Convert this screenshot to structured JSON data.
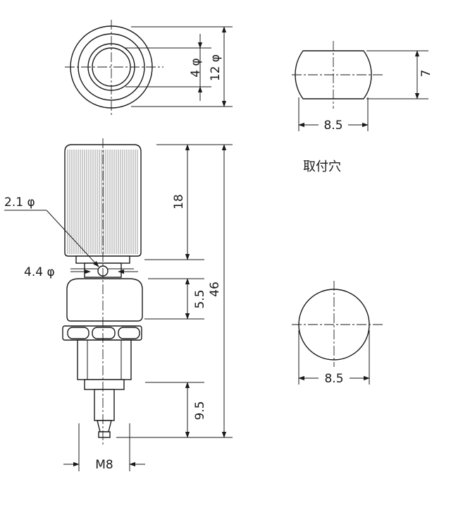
{
  "labels": {
    "d_4phi": "4 φ",
    "d_12phi": "12 φ",
    "d_7": "7",
    "d_85_top": "8.5",
    "d_85_bottom": "8.5",
    "d_18": "18",
    "d_55": "5.5",
    "d_46": "46",
    "d_95": "9.5",
    "d_m8": "M8",
    "d_21phi": "2.1 φ",
    "d_44phi": "4.4 φ",
    "mounting_hole": "取付穴"
  },
  "colors": {
    "line": "#1a1a1a",
    "background": "#ffffff"
  }
}
